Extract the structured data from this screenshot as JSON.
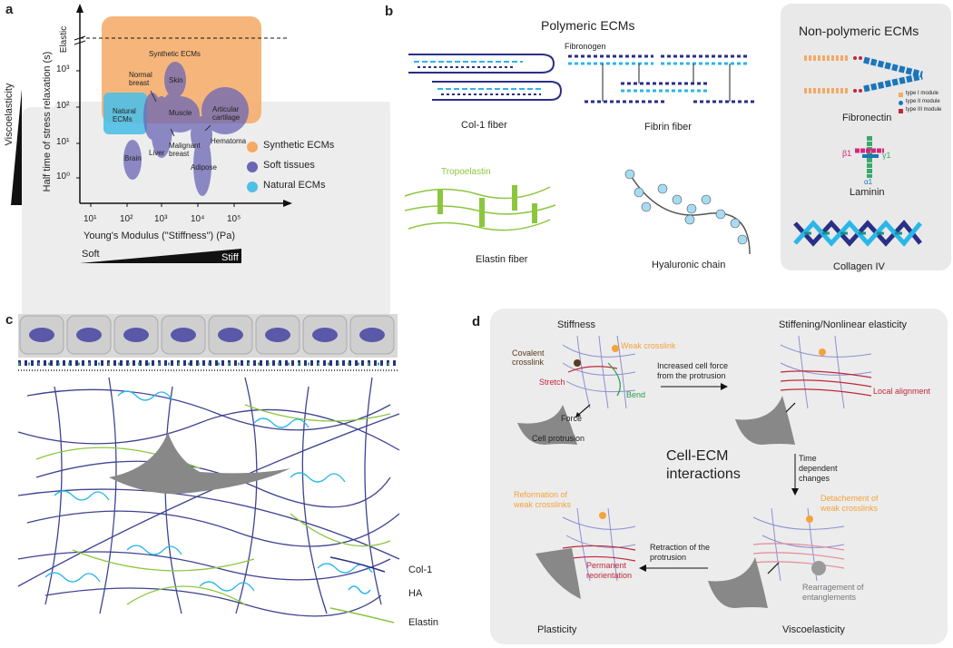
{
  "panels": {
    "a": "a",
    "b": "b",
    "c": "c",
    "d": "d"
  },
  "panel_a": {
    "y_axis_label": "Half time of stress relaxation (s)",
    "y_elastic": "Elastic",
    "y_ticks": [
      "10⁰",
      "10¹",
      "10²",
      "10³"
    ],
    "x_axis_label": "Young's Modulus (\"Stiffness\") (Pa)",
    "x_ticks": [
      "10¹",
      "10²",
      "10³",
      "10⁴",
      "10⁵"
    ],
    "side_label": "Viscoelasticity",
    "soft": "Soft",
    "stiff": "Stiff",
    "regions": {
      "synthetic": "Synthetic ECMs",
      "normal_breast": "Normal breast",
      "skin": "Skin",
      "natural": "Natural ECMs",
      "muscle": "Muscle",
      "articular": "Articular cartilage",
      "liver": "Liver",
      "malignant": "Malignant breast",
      "hematoma": "Hematoma",
      "brain": "Brain",
      "adipose": "Adipose"
    },
    "legend": [
      {
        "label": "Synthetic ECMs",
        "color": "#f5a964"
      },
      {
        "label": "Soft tissues",
        "color": "#6b66b5"
      },
      {
        "label": "Natural ECMs",
        "color": "#4fbfe6"
      }
    ]
  },
  "panel_b": {
    "polymeric_title": "Polymeric ECMs",
    "nonpolymeric_title": "Non-polymeric ECMs",
    "col1": "Col-1 fiber",
    "fibrinogen": "Fibronogen",
    "fibrin": "Fibrin fiber",
    "tropoelastin": "Tropoelastin",
    "elastin": "Elastin fiber",
    "hyaluronic": "Hyaluronic chain",
    "fibronectin": "Fibronectin",
    "fn_legend": [
      "type I module",
      "type II module",
      "type III module"
    ],
    "laminin": "Laminin",
    "beta1": "β1",
    "gamma1": "γ1",
    "alpha1": "α1",
    "collagen4": "Collagen IV"
  },
  "panel_c": {
    "legend": [
      {
        "label": "Col-1",
        "color": "#2a2f86"
      },
      {
        "label": "HA",
        "color": "#29b7e8"
      },
      {
        "label": "Elastin",
        "color": "#8cc63f"
      }
    ]
  },
  "panel_d": {
    "stiffness": "Stiffness",
    "covalent": "Covalent crosslink",
    "weak": "Weak crosslink",
    "stretch": "Stretch",
    "bend": "Bend",
    "force": "Force",
    "protrusion": "Cell protrusion",
    "increased": "Increased cell force from the protrusion",
    "stiffening": "Stiffening/Nonlinear elasticity",
    "alignment": "Local alignment",
    "center1": "Cell-ECM",
    "center2": "interactions",
    "time": "Time dependent changes",
    "detach": "Detachement of weak crosslinks",
    "rearrange": "Rearragement of entanglements",
    "viscoelasticity": "Viscoelasticity",
    "retraction": "Retraction of the protrusion",
    "reformation": "Reformation of weak crosslinks",
    "permanent": "Permanent reorientation",
    "plasticity": "Plasticity"
  }
}
